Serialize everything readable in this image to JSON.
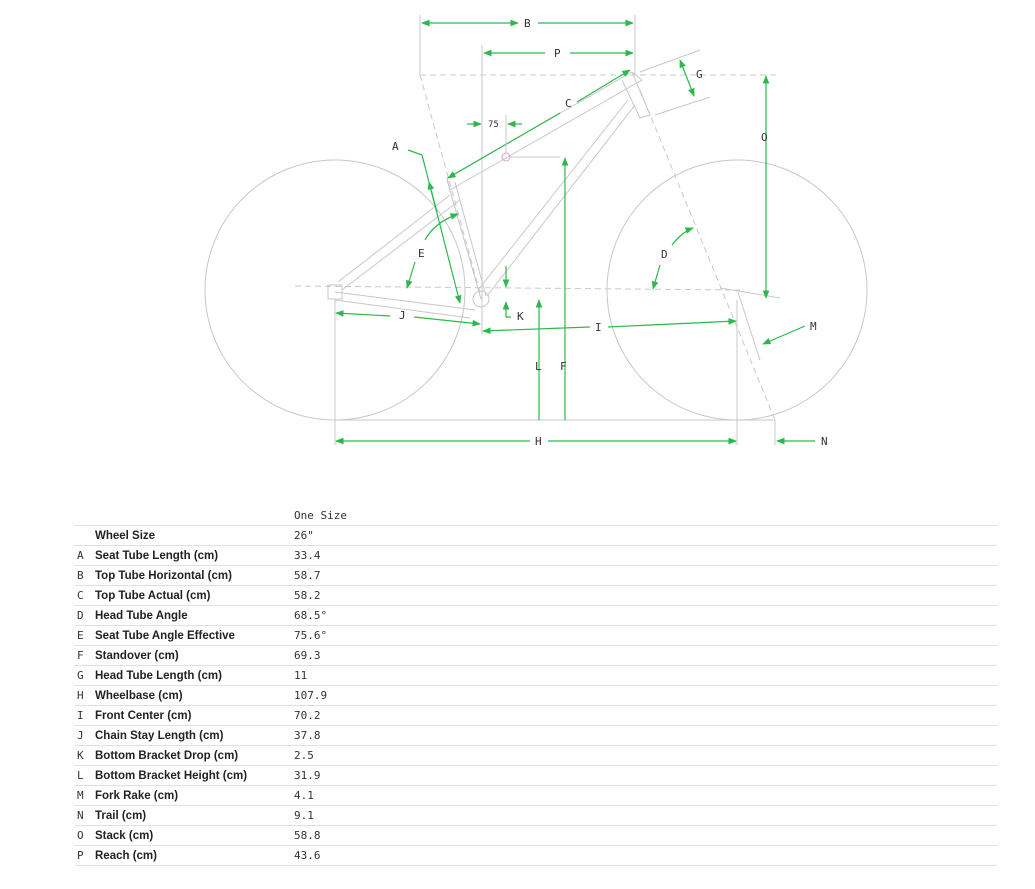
{
  "diagram": {
    "labels": {
      "A": "A",
      "B": "B",
      "C": "C",
      "D": "D",
      "E": "E",
      "F": "F",
      "G": "G",
      "H": "H",
      "I": "I",
      "J": "J",
      "K": "K",
      "L": "L",
      "M": "M",
      "N": "N",
      "O": "O",
      "P": "P"
    },
    "angle_note": "75",
    "accent_color": "#2db84d"
  },
  "table": {
    "column_header": "One Size",
    "rows": [
      {
        "key": "",
        "name": "Wheel Size",
        "value": "26\""
      },
      {
        "key": "A",
        "name": "Seat Tube Length (cm)",
        "value": "33.4"
      },
      {
        "key": "B",
        "name": "Top Tube Horizontal (cm)",
        "value": "58.7"
      },
      {
        "key": "C",
        "name": "Top Tube Actual (cm)",
        "value": "58.2"
      },
      {
        "key": "D",
        "name": "Head Tube Angle",
        "value": "68.5°"
      },
      {
        "key": "E",
        "name": "Seat Tube Angle Effective",
        "value": "75.6°"
      },
      {
        "key": "F",
        "name": "Standover (cm)",
        "value": "69.3"
      },
      {
        "key": "G",
        "name": "Head Tube Length (cm)",
        "value": "11"
      },
      {
        "key": "H",
        "name": "Wheelbase (cm)",
        "value": "107.9"
      },
      {
        "key": "I",
        "name": "Front Center (cm)",
        "value": "70.2"
      },
      {
        "key": "J",
        "name": "Chain Stay Length (cm)",
        "value": "37.8"
      },
      {
        "key": "K",
        "name": "Bottom Bracket Drop (cm)",
        "value": "2.5"
      },
      {
        "key": "L",
        "name": "Bottom Bracket Height (cm)",
        "value": "31.9"
      },
      {
        "key": "M",
        "name": "Fork Rake (cm)",
        "value": "4.1"
      },
      {
        "key": "N",
        "name": "Trail (cm)",
        "value": "9.1"
      },
      {
        "key": "O",
        "name": "Stack (cm)",
        "value": "58.8"
      },
      {
        "key": "P",
        "name": "Reach (cm)",
        "value": "43.6"
      }
    ]
  }
}
